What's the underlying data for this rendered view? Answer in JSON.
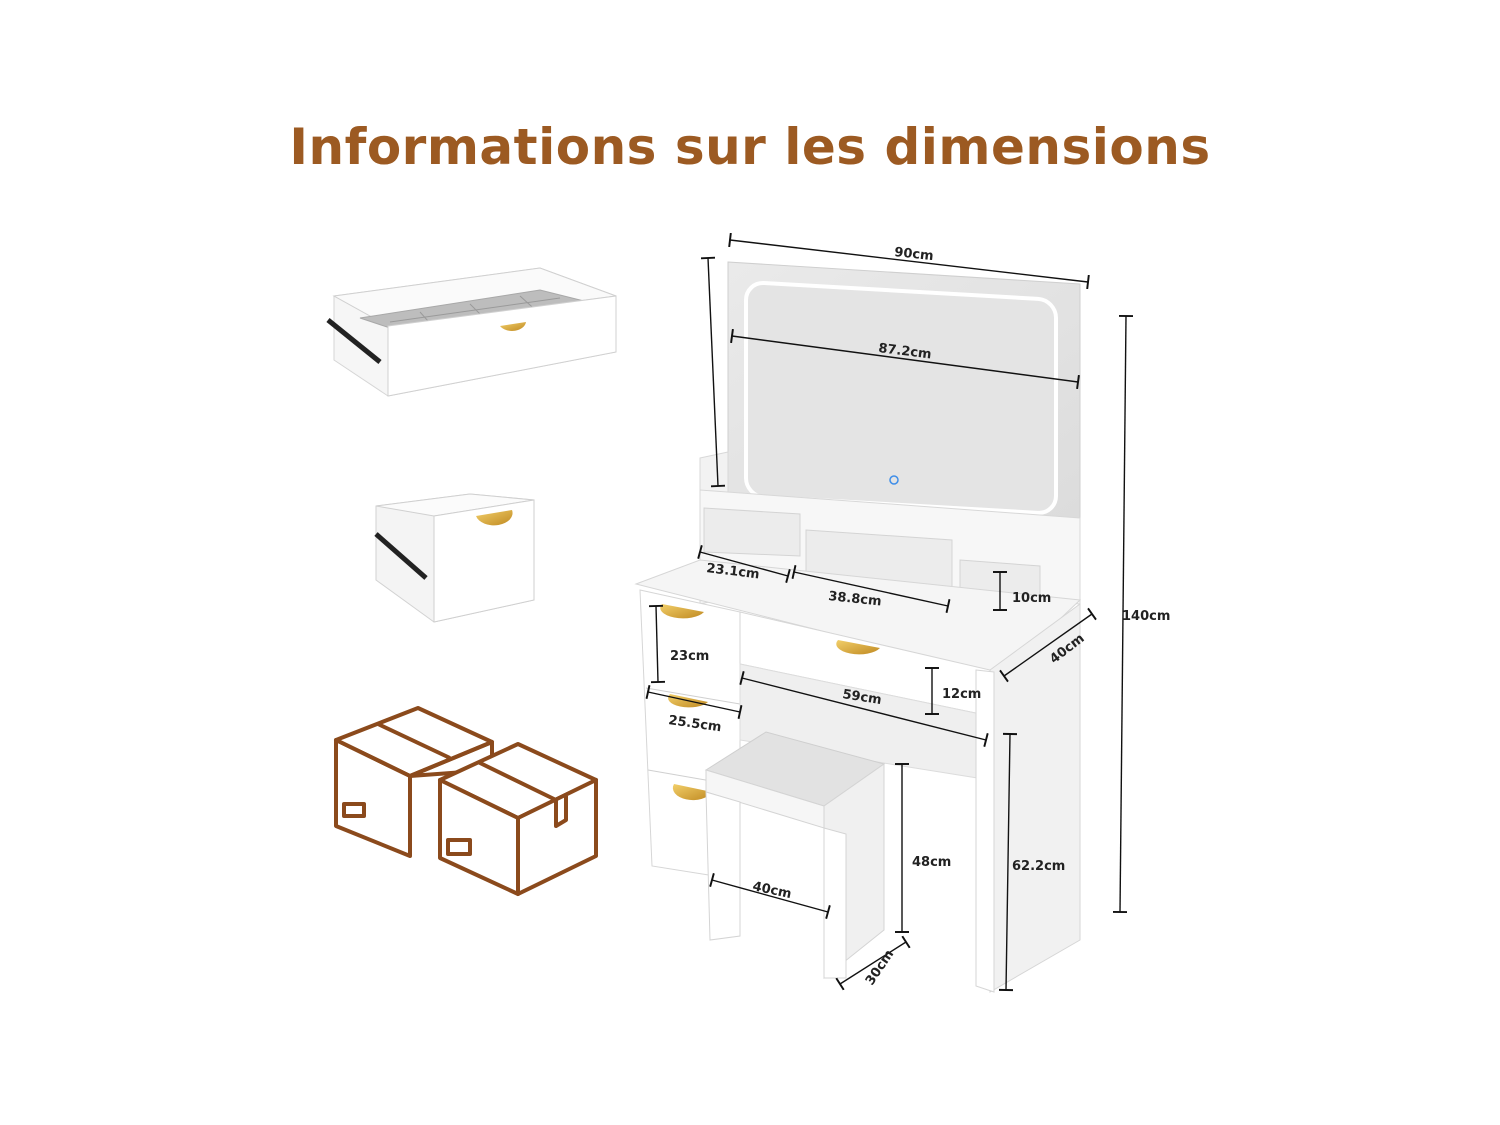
{
  "title": "Informations sur les dimensions",
  "colors": {
    "title": "#9c5a22",
    "box_outline": "#8b4a1c",
    "handle_gold": "#d8a83a",
    "furniture": "#f4f4f4",
    "furniture_edge": "#d9d9d9",
    "mirror_glow": "#ffffff"
  },
  "icons": {
    "drawer_large": "organizer-drawer-icon",
    "drawer_small": "small-drawer-icon",
    "boxes": "shipping-boxes-icon",
    "mirror": "led-mirror-icon",
    "stool": "stool-icon"
  },
  "dimensions": {
    "mirror_total_width": "90cm",
    "mirror_inner_width": "87.2cm",
    "total_height": "140cm",
    "shelf_left": "23.1cm",
    "shelf_middle": "38.8cm",
    "shelf_height": "10cm",
    "depth": "40cm",
    "side_drawer_height": "23cm",
    "side_drawer_width": "25.5cm",
    "center_drawer_width": "59cm",
    "center_drawer_height": "12cm",
    "leg_height": "62.2cm",
    "stool_height": "48cm",
    "stool_width": "40cm",
    "stool_depth": "30cm"
  }
}
